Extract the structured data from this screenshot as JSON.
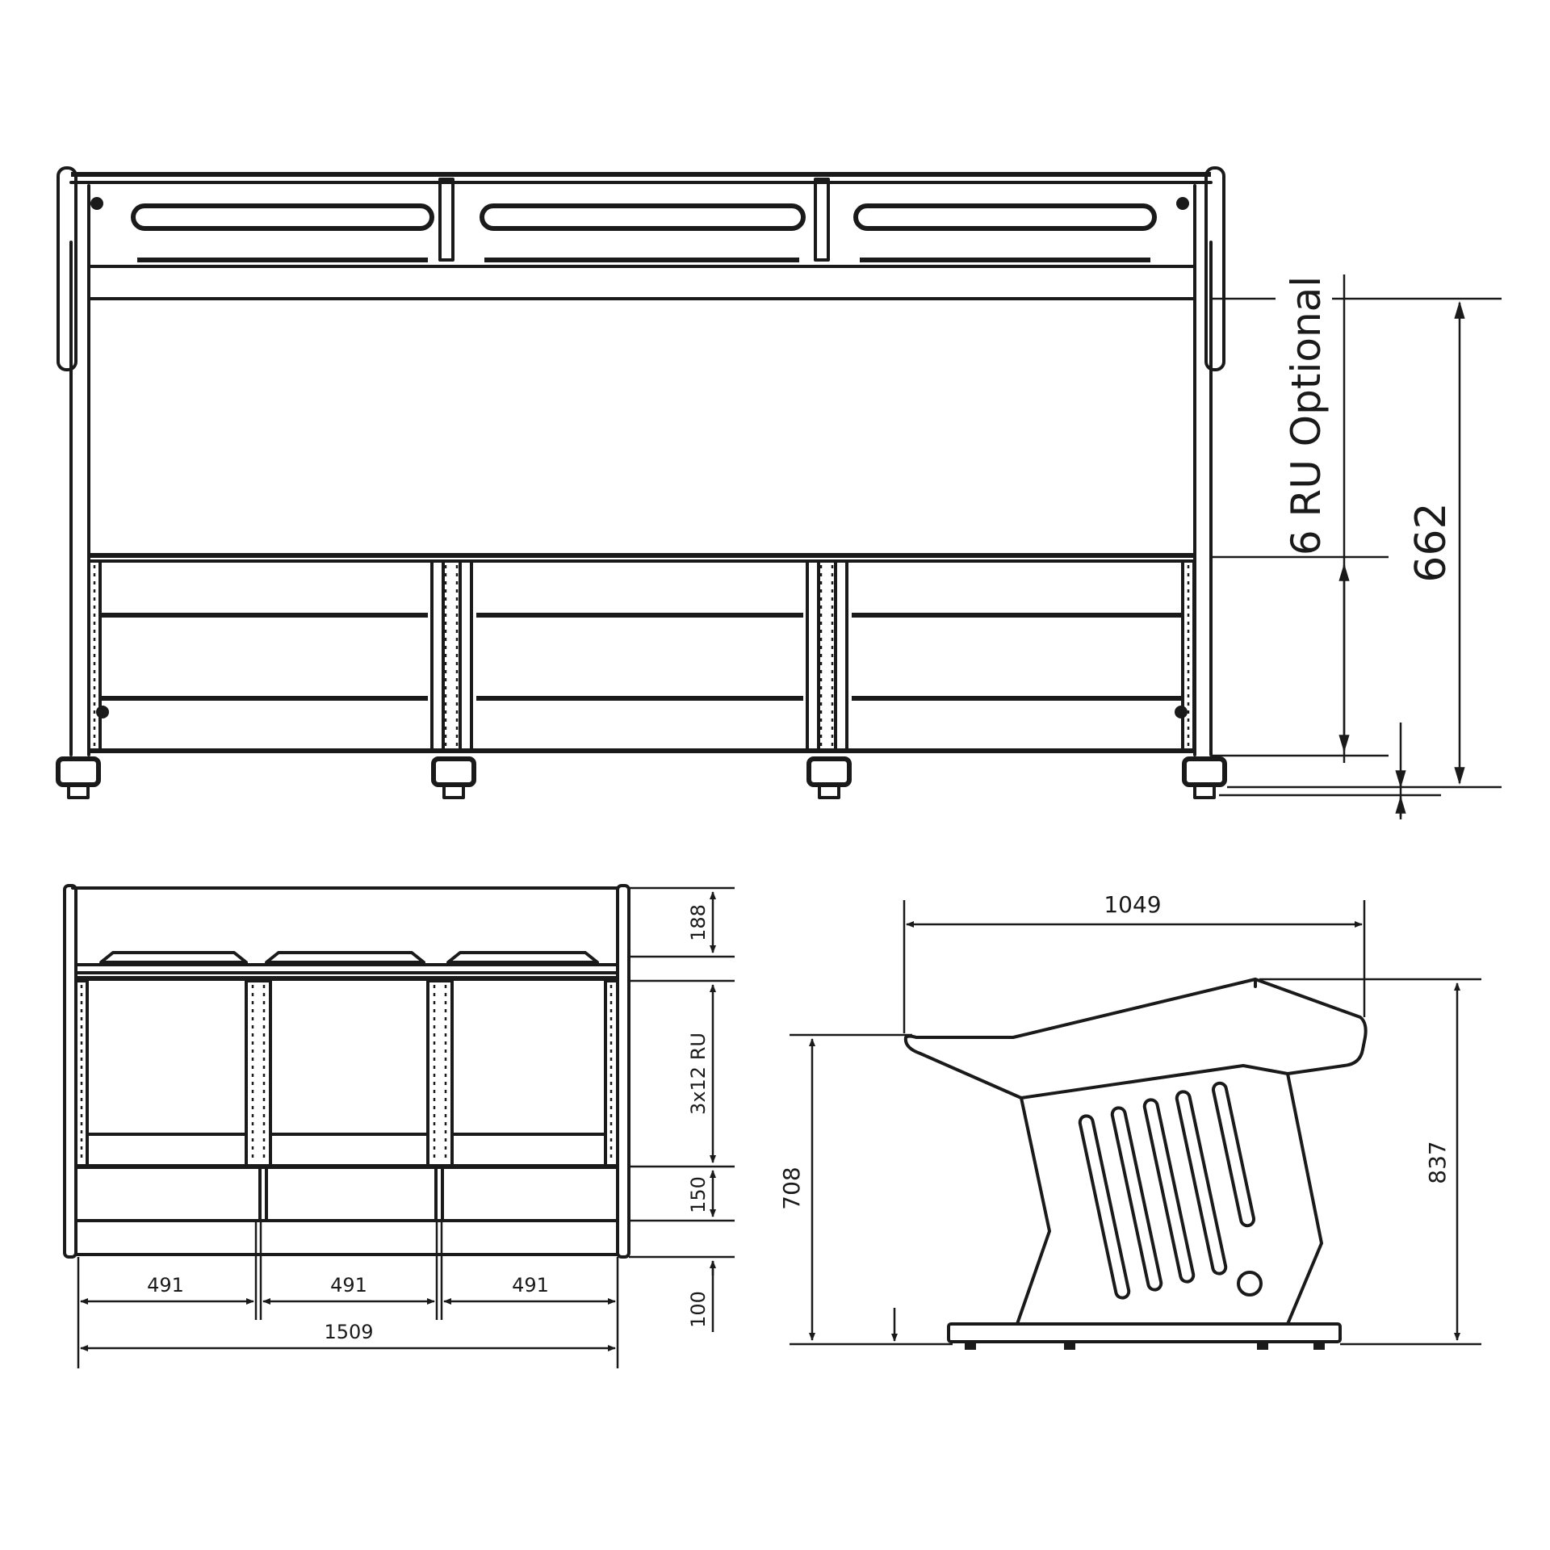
{
  "front_view": {
    "label_optional": "6 RU Optional",
    "dim_height": "662"
  },
  "plan_view": {
    "dim_top": "188",
    "dim_rack": "3x12 RU",
    "dim_mid": "150",
    "dim_bottom": "100",
    "dim_bay_1": "491",
    "dim_bay_2": "491",
    "dim_bay_3": "491",
    "dim_total": "1509"
  },
  "side_view": {
    "dim_depth": "1049",
    "dim_desk_height": "708",
    "dim_total_height": "837"
  },
  "colors": {
    "line": "#1a1a1a",
    "background": "#ffffff"
  }
}
